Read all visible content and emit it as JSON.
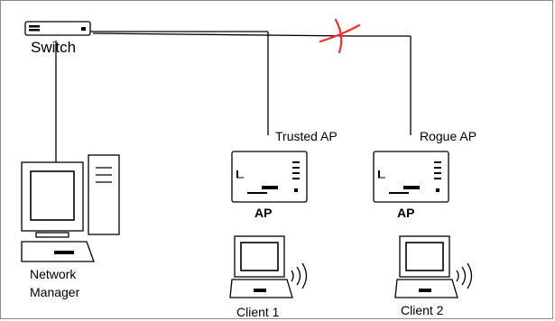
{
  "labels": {
    "switch": "Switch",
    "trusted_ap": "Trusted AP",
    "rogue_ap": "Rogue AP",
    "ap": "AP",
    "network_manager_line1": "Network",
    "network_manager_line2": "Manager",
    "client1": "Client 1",
    "client2": "Client 2"
  },
  "colors": {
    "line": "#000000",
    "blocked_marker": "#ff2a2a",
    "frame": "#8a8a8a"
  }
}
